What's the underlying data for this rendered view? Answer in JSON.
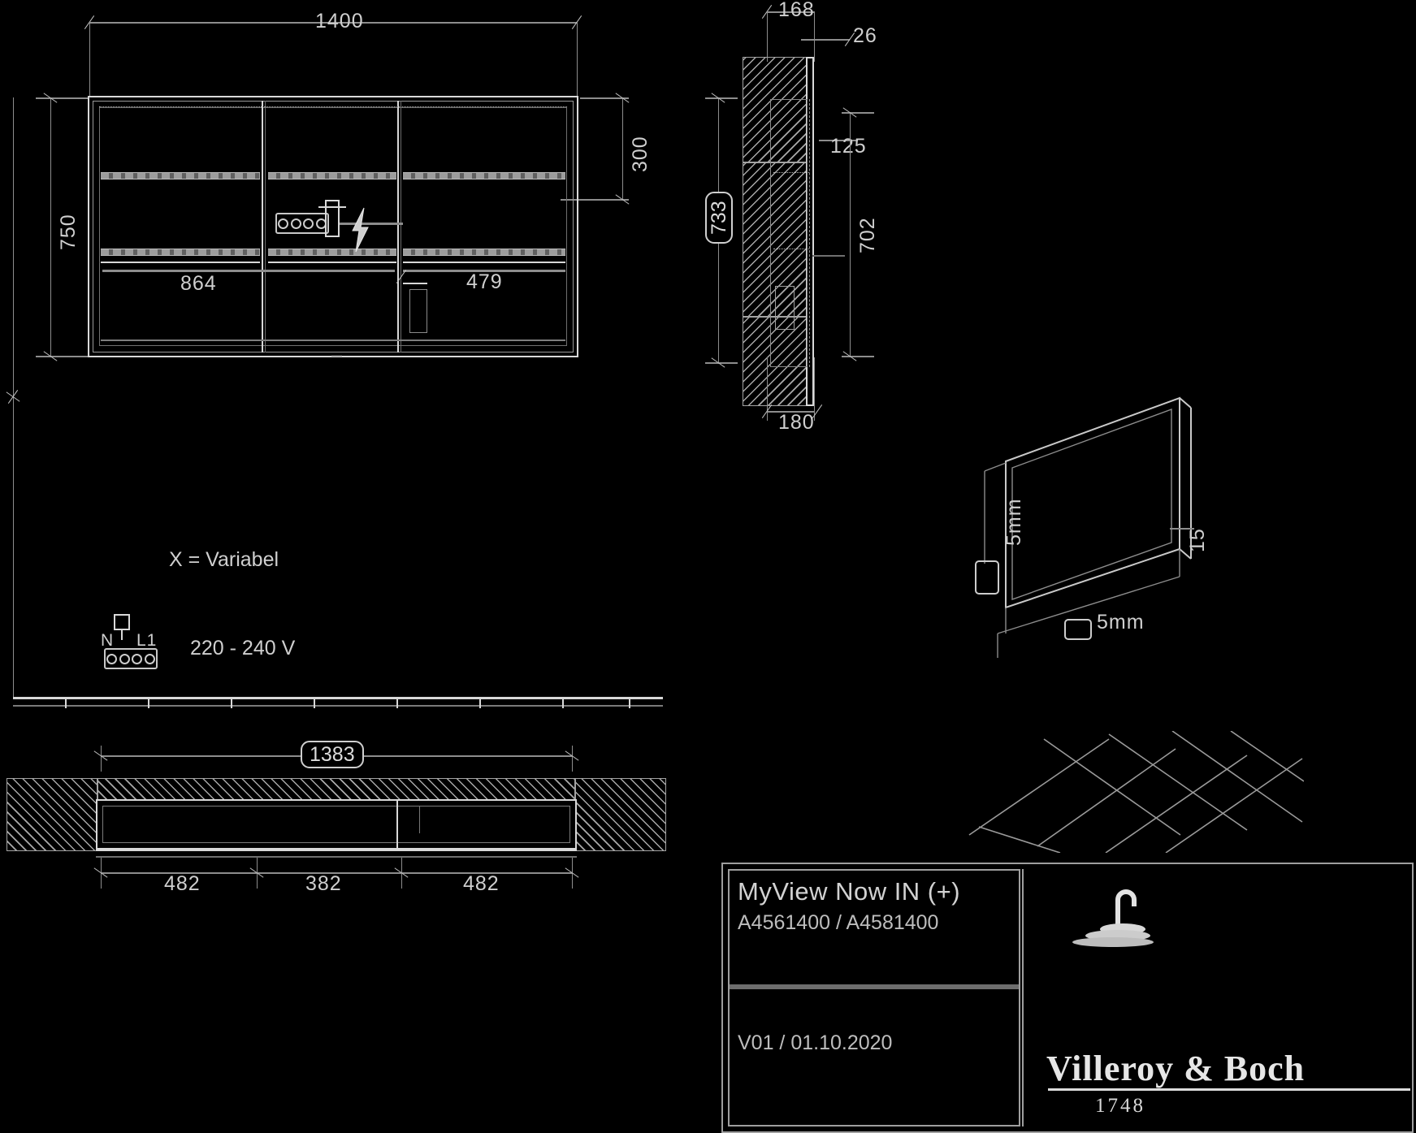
{
  "drawing": {
    "type": "technical-dimension-drawing",
    "product": "mirror cabinet",
    "units": "mm"
  },
  "front_view": {
    "name": "front-elevation",
    "overall_width": "1400",
    "overall_height": "750",
    "top_section_height": "300",
    "left_door_width": "864",
    "right_door_width": "479"
  },
  "side_view": {
    "name": "side-section",
    "recess_depth": "168",
    "front_projection": "26",
    "inner_depth": "125",
    "inner_height": "702",
    "body_height": "733",
    "wall_opening_depth": "180"
  },
  "plan_view": {
    "name": "plan-section",
    "recess_width": "1383",
    "segment_left": "482",
    "segment_mid": "382",
    "segment_right": "482"
  },
  "detail_view": {
    "name": "mounting-detail",
    "slot_left": "5mm",
    "slot_bottom": "5mm",
    "edge": "15"
  },
  "annotations": {
    "variable": "X = Variabel",
    "voltage": "220 - 240 V",
    "terminal_n": "N",
    "terminal_l1": "L1",
    "lightning": "electric-hazard"
  },
  "title_block": {
    "product_name": "MyView Now IN (+)",
    "article_numbers": "A4561400 / A4581400",
    "version_date": "V01 / 01.10.2020",
    "brand": "Villeroy & Boch",
    "brand_year": "1748"
  },
  "colors": {
    "background": "#000000",
    "line": "#8d8d8d",
    "bright_line": "#d8d8d8",
    "text": "#cfcfcf"
  }
}
